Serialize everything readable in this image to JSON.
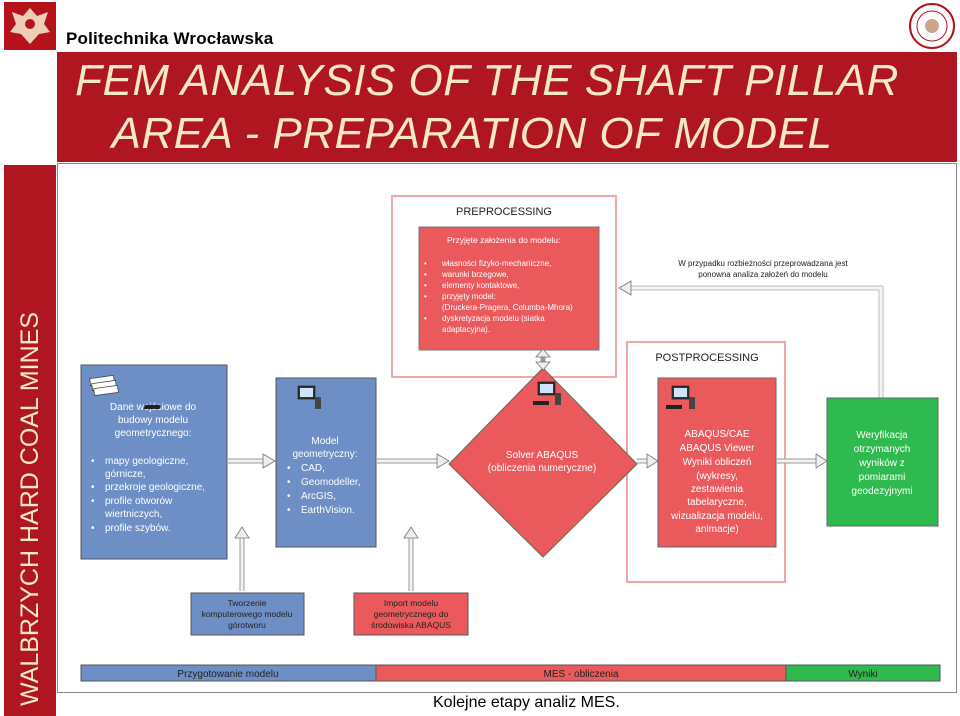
{
  "header": {
    "university": "Politechnika Wrocławska",
    "title_line1": "FEM  ANALYSIS OF THE SHAFT PILLAR",
    "title_line2": "AREA - PREPARATION OF MODEL",
    "side_label": "WALBRZYCH HARD COAL MINES"
  },
  "colors": {
    "brand_red": "#b0161f",
    "title_text": "#f7e9c8",
    "blue_box": "#6d8fc5",
    "red_box": "#ea5a5d",
    "green_box": "#2fba4f"
  },
  "diagram": {
    "preprocessing": {
      "heading": "PREPROCESSING",
      "box_title": "Przyjęte założenia do modelu:",
      "items": [
        "własności fizyko-mechaniczne,",
        "warunki brzegowe,",
        "elementy kontaktowe,",
        "przyjęty model:",
        "(Druckera-Pragera, Columba-Mhora)",
        "dyskretyzacja modelu (siatka",
        "adaptacyjna)."
      ]
    },
    "feedback_note_line1": "W przypadku rozbieżności przeprowadzana jest",
    "feedback_note_line2": "ponowna analiza założeń do modelu",
    "postprocessing": {
      "heading": "POSTPROCESSING"
    },
    "input_box": {
      "title": [
        "Dane wejściowe do",
        "budowy modelu",
        "geometrycznego:"
      ],
      "items": [
        "mapy geologiczne,",
        "górnicze,",
        "przekroje geologiczne,",
        "profile otworów",
        "wiertniczych,",
        "profile szybów."
      ]
    },
    "geometry_box": {
      "title": [
        "Model",
        "geometryczny:"
      ],
      "items": [
        "CAD,",
        "Geomodeller,",
        "ArcGIS,",
        "EarthVision."
      ]
    },
    "solver": {
      "line1": "Solver ABAQUS",
      "line2": "(obliczenia numeryczne)"
    },
    "results_box": [
      "ABAQUS/CAE",
      "ABAQUS Viewer",
      "Wyniki obliczeń",
      "(wykresy,",
      "zestawienia",
      "tabelaryczne,",
      "wizualizacja modelu,",
      "animacje)"
    ],
    "verification_box": [
      "Weryfikacja",
      "otrzymanych",
      "wyników z",
      "pomiarami",
      "geodezyjnymi"
    ],
    "note_creation": [
      "Tworzenie",
      "komputerowego modelu",
      "górotworu"
    ],
    "note_import": [
      "Import modelu",
      "geometrycznego do",
      "środowiska ABAQUS"
    ],
    "phase_bar": [
      "Przygotowanie modelu",
      "MES - obliczenia",
      "Wyniki"
    ]
  },
  "caption": "Kolejne etapy analiz MES."
}
